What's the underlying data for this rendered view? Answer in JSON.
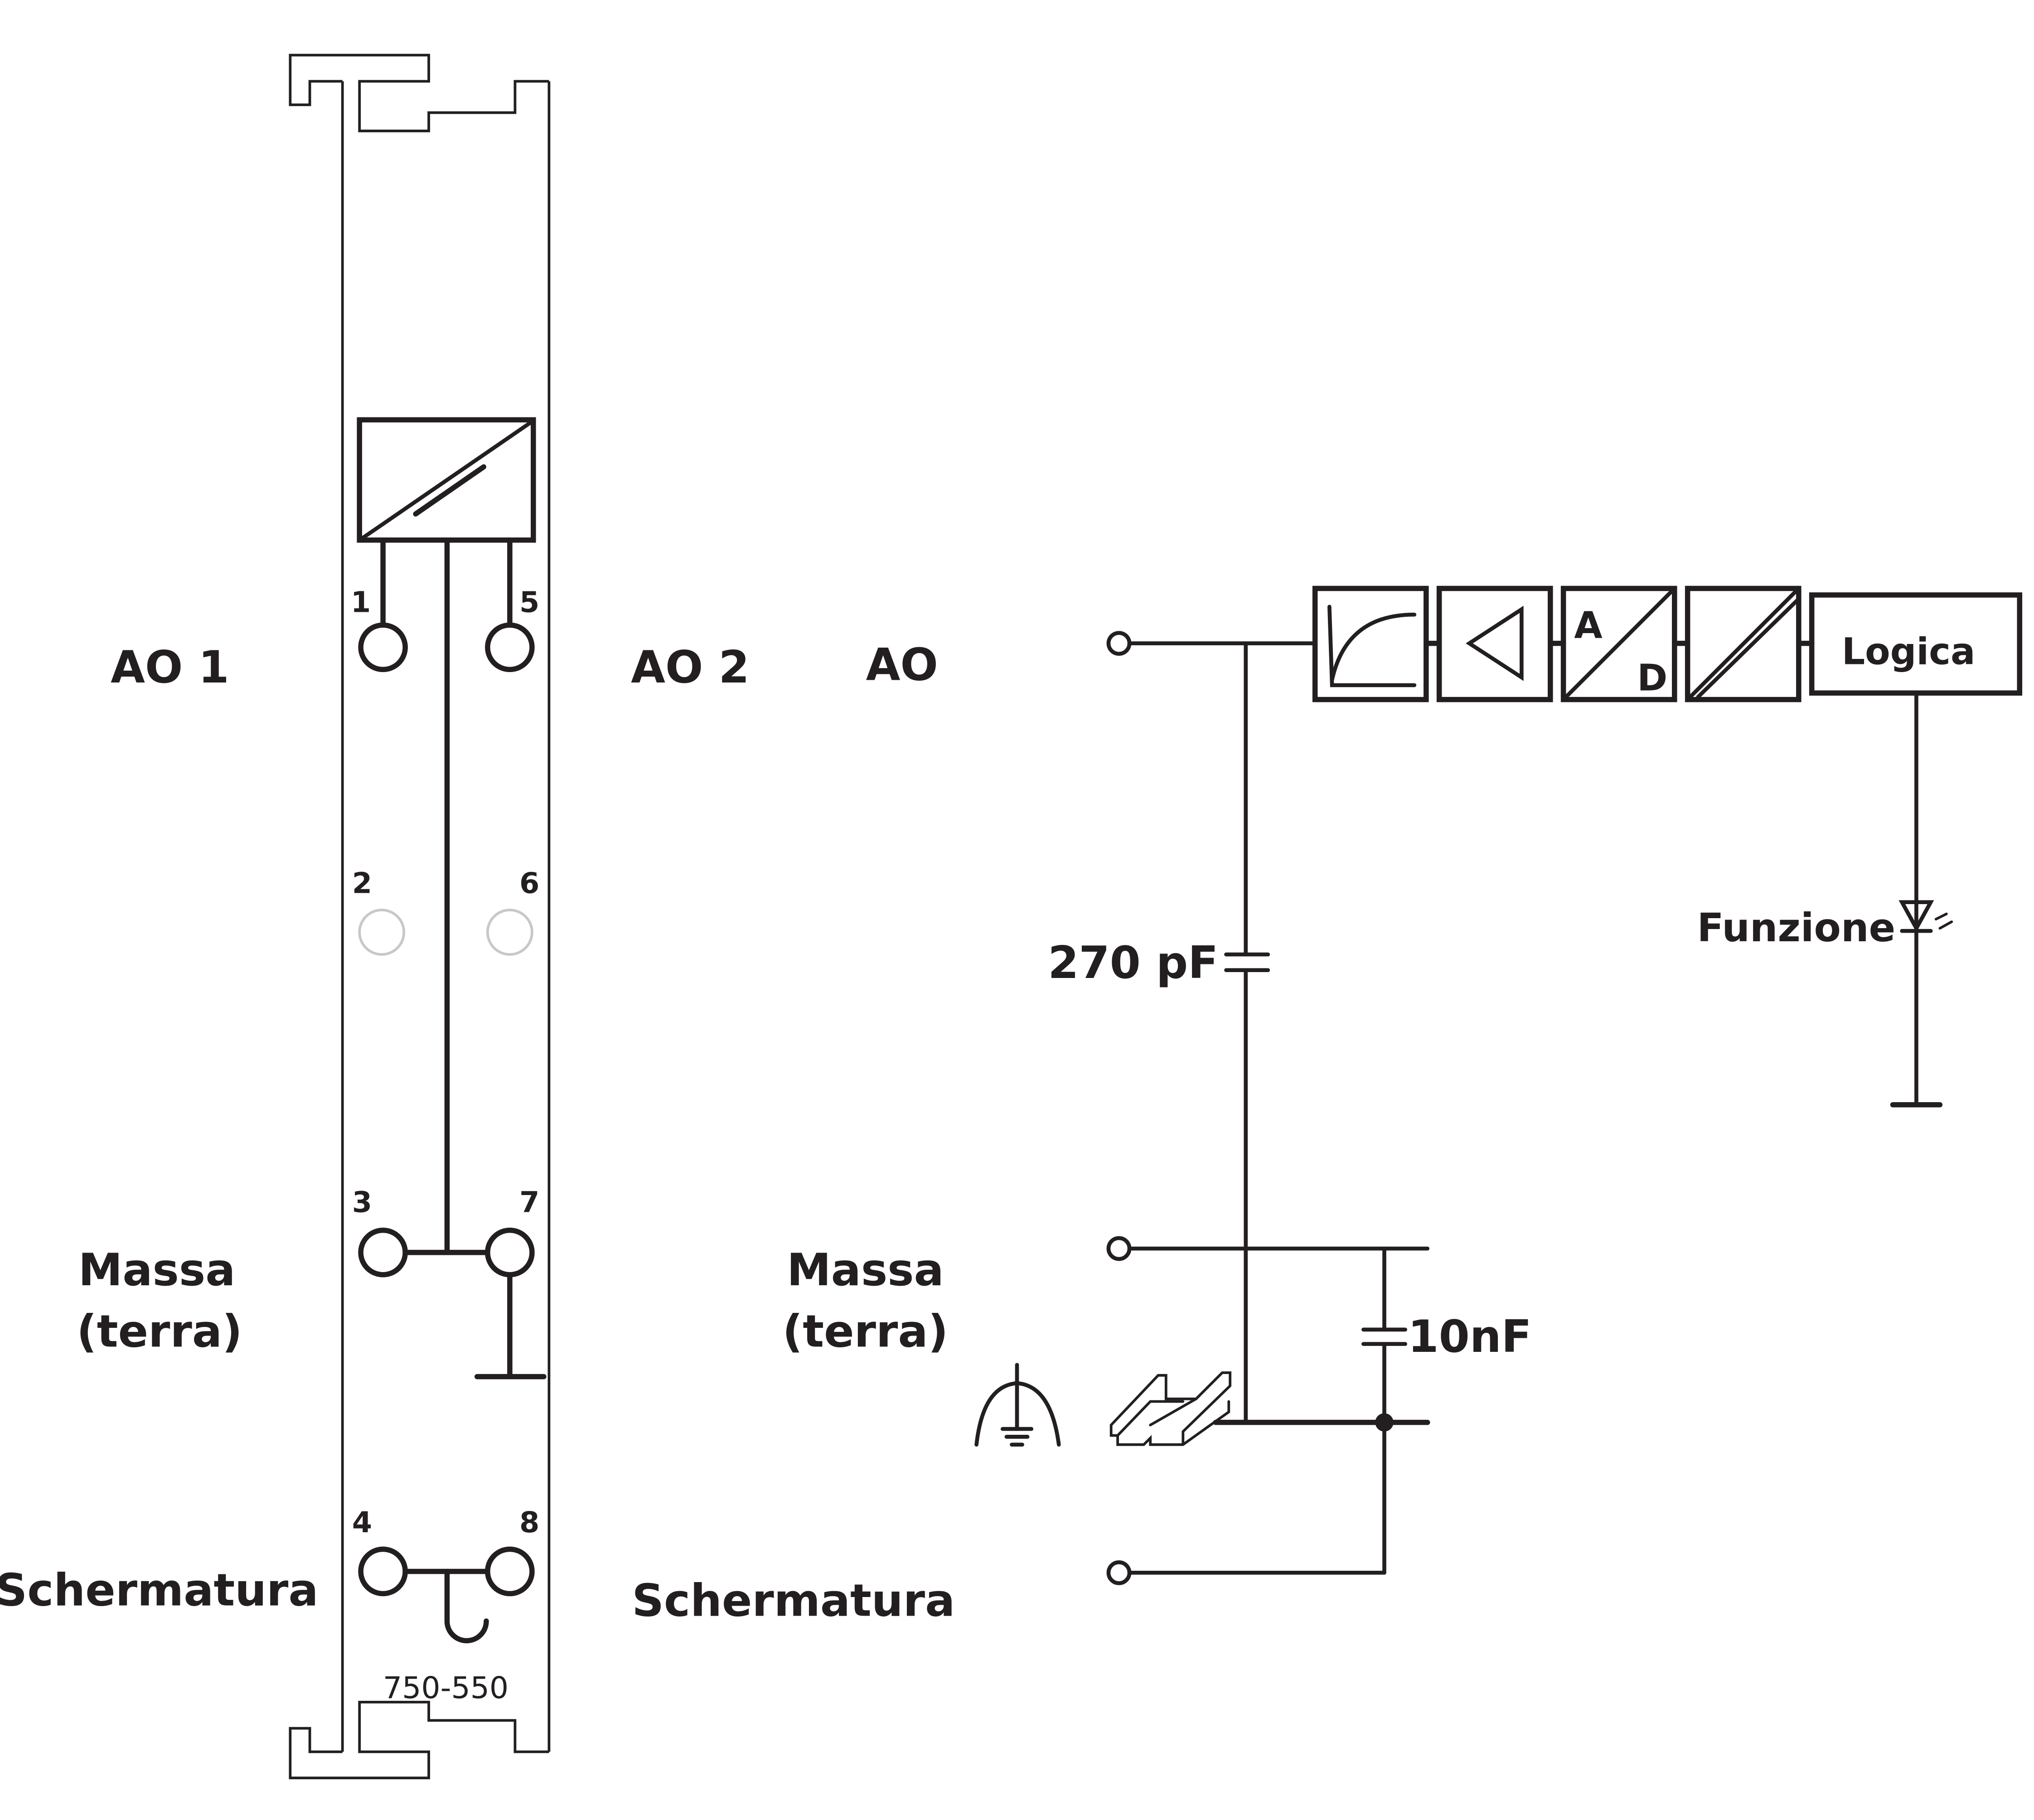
{
  "module": {
    "model": "750-550",
    "terminals": [
      "1",
      "5",
      "2",
      "6",
      "3",
      "7",
      "4",
      "8"
    ],
    "labels": {
      "ao1": "AO 1",
      "ao2": "AO 2",
      "massa": "Massa",
      "terra": "(terra)",
      "schermatura": "Schermatura"
    }
  },
  "schematic": {
    "ao_label": "AO",
    "massa": "Massa",
    "terra": "(terra)",
    "schermatura": "Schermatura",
    "cap1": "270 pF",
    "cap2": "10nF",
    "block_a": "A",
    "block_d": "D",
    "logic": "Logica",
    "led_label": "Funzione"
  },
  "colors": {
    "line": "#231f20",
    "inactive_terminal": "#c8c8c8"
  }
}
